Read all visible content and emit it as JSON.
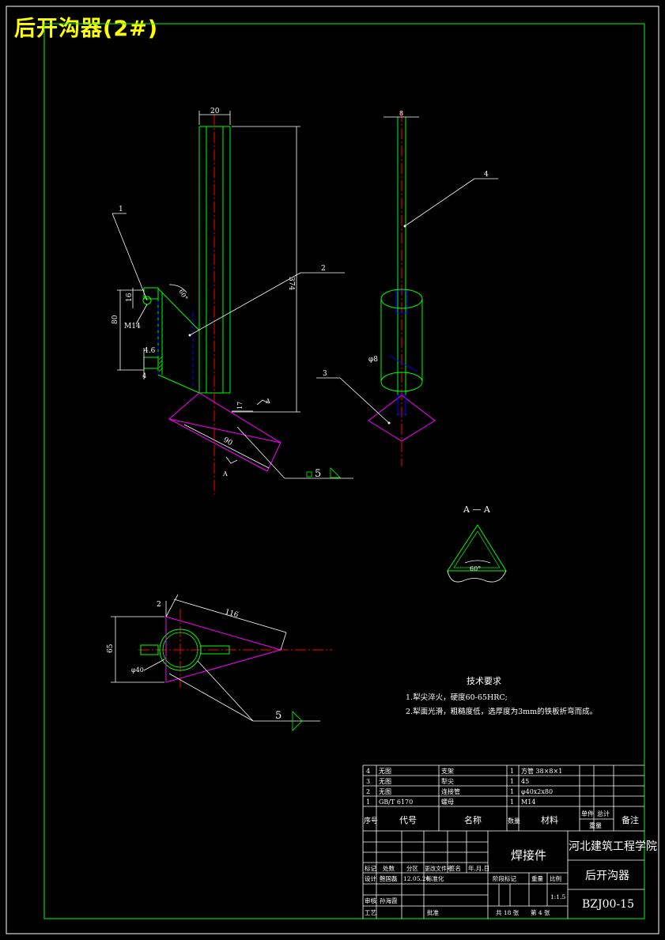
{
  "sheet_title": "后开沟器(2#)",
  "colors": {
    "background": "#000000",
    "frame": "#ffffff",
    "inner_border": "#00ff00",
    "part": "#00ff00",
    "weld": "#ff00ff",
    "centerline": "#ff0000",
    "hidden": "#0000ff",
    "title": "#ffff00",
    "text": "#ffffff"
  },
  "dimensions": {
    "top_width": "20",
    "shank_width": "8",
    "height": "374",
    "d16": "16",
    "d80": "80",
    "m14": "M14",
    "d46": "4.6",
    "d4": "4",
    "angle": "60°",
    "d17": "17",
    "d90": "90",
    "d8": "φ8",
    "d2": "2",
    "d116": "116",
    "d65": "65",
    "d40": "φ40",
    "d60": "60°"
  },
  "balloons": {
    "b1": "1",
    "b2": "2",
    "b3": "3",
    "b4": "4"
  },
  "section": {
    "label": "A — A",
    "arrow_a": "A"
  },
  "weld_symbol": {
    "size": "5"
  },
  "tech_req": {
    "title": "技术要求",
    "line1": "1.犁尖淬火，硬度60-65HRC;",
    "line2": "2.犁面光滑，粗糙度低，选厚度为3mm的铁板折弯而成。"
  },
  "parts": [
    {
      "no": "4",
      "code": "无图",
      "name": "支架",
      "qty": "1",
      "material": "方管 38×8×1"
    },
    {
      "no": "3",
      "code": "无图",
      "name": "犁尖",
      "qty": "1",
      "material": "45"
    },
    {
      "no": "2",
      "code": "无图",
      "name": "连接管",
      "qty": "1",
      "material": "φ40x2x80"
    },
    {
      "no": "1",
      "code": "GB/T 6170",
      "name": "螺母",
      "qty": "1",
      "material": "M14"
    }
  ],
  "parts_header": {
    "no": "序号",
    "code": "代号",
    "name": "名称",
    "qty": "数量",
    "material": "材料",
    "single": "单件",
    "total": "总计",
    "weight": "重量",
    "remark": "备注"
  },
  "title_block": {
    "drawing_type": "焊接件",
    "school": "河北建筑工程学院",
    "part_name": "后开沟器",
    "drawing_no": "BZJ00-15",
    "scale": "1:1.5",
    "mark": "标记",
    "count": "处数",
    "zone": "分区",
    "change_doc": "更改文件号",
    "sign": "签名",
    "date": "年.月.日",
    "design": "设计",
    "designer": "鲍国磊",
    "design_date": "12.05.20",
    "std": "标准化",
    "stage_mark": "阶段标记",
    "weight": "重量",
    "ratio": "比例",
    "review": "审核",
    "reviewer": "孙海霞",
    "process": "工艺",
    "approve": "批准",
    "total_sheets": "共 18 张",
    "sheet_no": "第 4 张"
  }
}
